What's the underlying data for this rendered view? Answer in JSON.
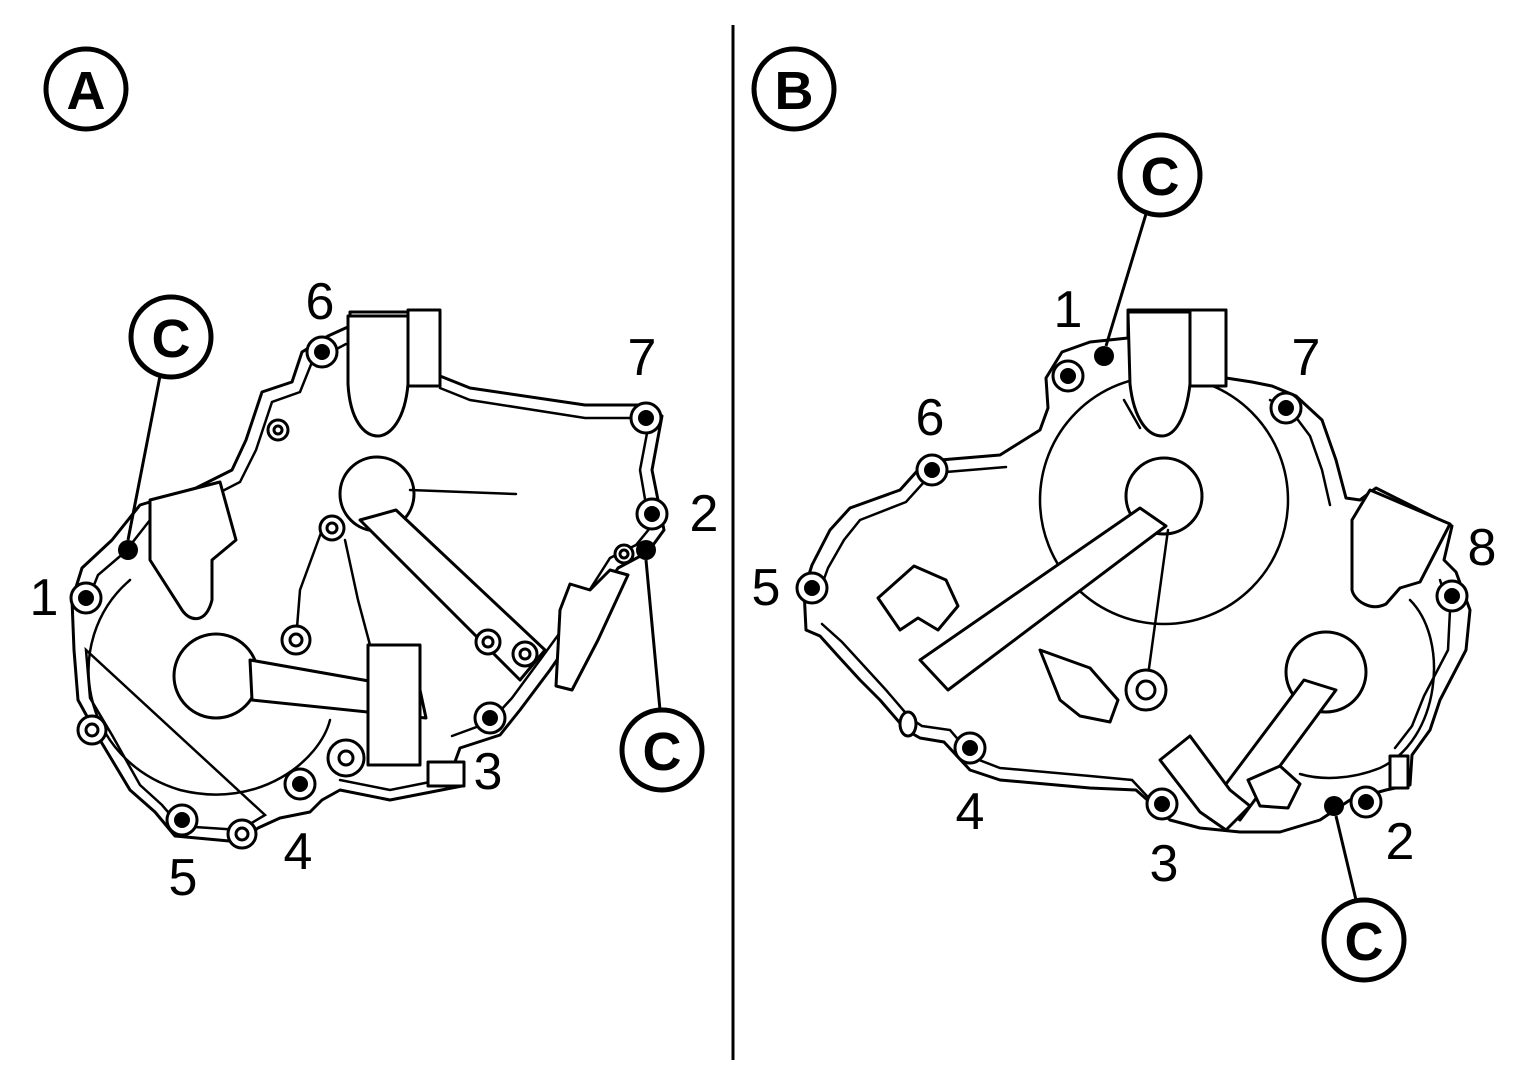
{
  "panels": {
    "a": {
      "tag": "A",
      "sealant": "C",
      "bolts": [
        "1",
        "2",
        "3",
        "4",
        "5",
        "6",
        "7"
      ]
    },
    "b": {
      "tag": "B",
      "sealant": "C",
      "bolts": [
        "1",
        "2",
        "3",
        "4",
        "5",
        "6",
        "7",
        "8"
      ]
    }
  }
}
